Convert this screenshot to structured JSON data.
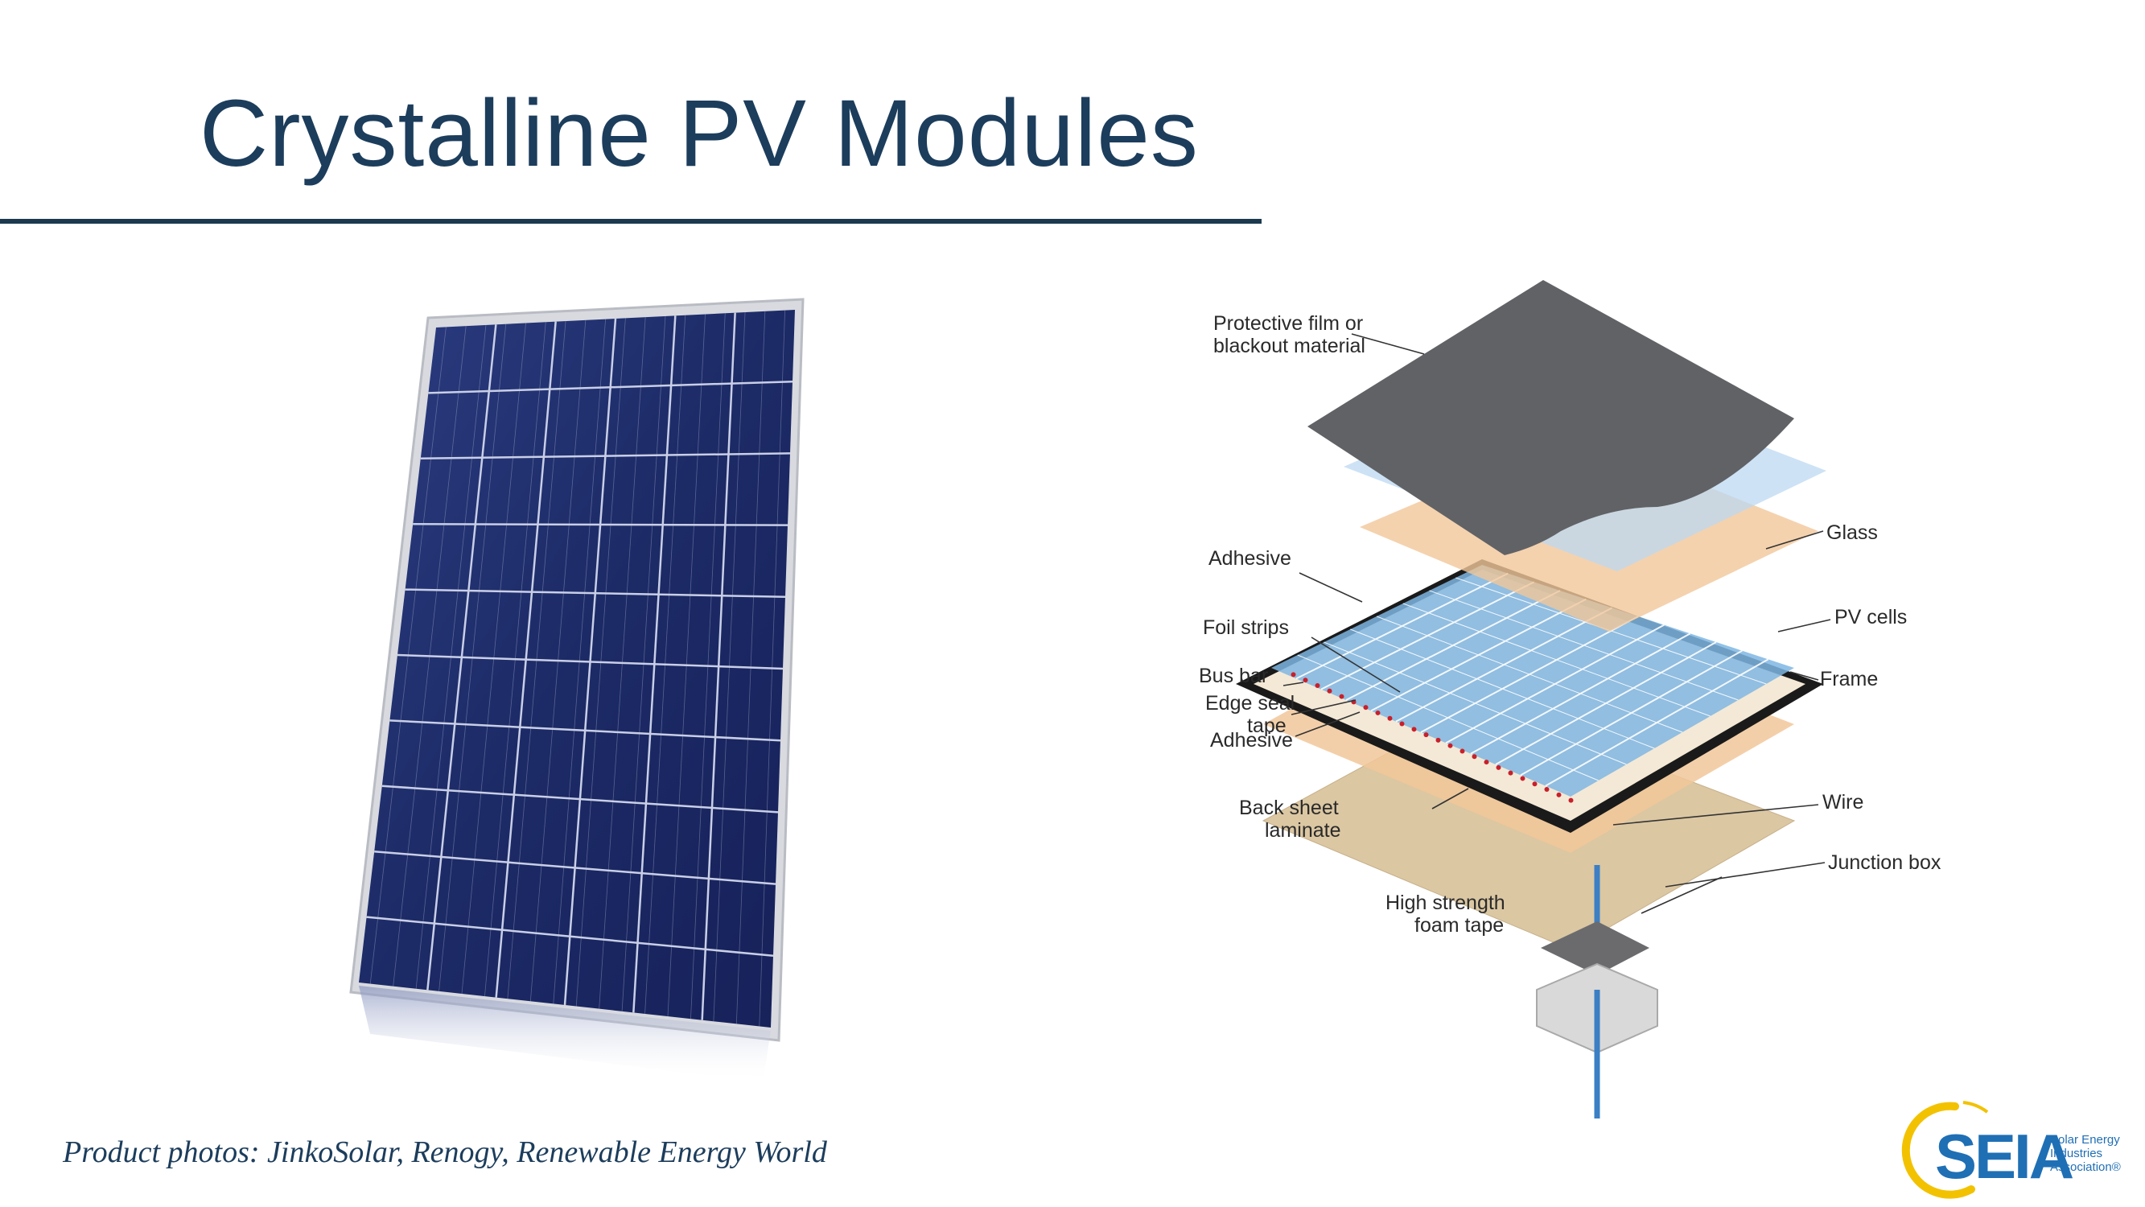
{
  "slide": {
    "title": "Crystalline PV Modules",
    "caption": "Product photos: JinkoSolar, Renogy, Renewable Energy World"
  },
  "diagram": {
    "labels": {
      "protective_film_1": "Protective film or",
      "protective_film_2": "blackout material",
      "glass": "Glass",
      "adhesive_top": "Adhesive",
      "pv_cells": "PV cells",
      "foil_strips": "Foil strips",
      "frame": "Frame",
      "bus_bar": "Bus bar",
      "edge_seal_1": "Edge seal",
      "edge_seal_2": "tape",
      "adhesive_bottom": "Adhesive",
      "back_sheet_1": "Back sheet",
      "back_sheet_2": "laminate",
      "wire": "Wire",
      "junction_box": "Junction box",
      "foam_tape_1": "High strength",
      "foam_tape_2": "foam tape"
    }
  },
  "logo": {
    "mark": "SEIA",
    "line1": "Solar Energy",
    "line2": "Industries",
    "line3": "Association®"
  },
  "colors": {
    "title": "#1c3d5c",
    "rule": "#1b3a4f",
    "panel_cell": "#1e2d6b",
    "logo_blue": "#1f6fb5",
    "logo_yellow": "#f2c200"
  }
}
